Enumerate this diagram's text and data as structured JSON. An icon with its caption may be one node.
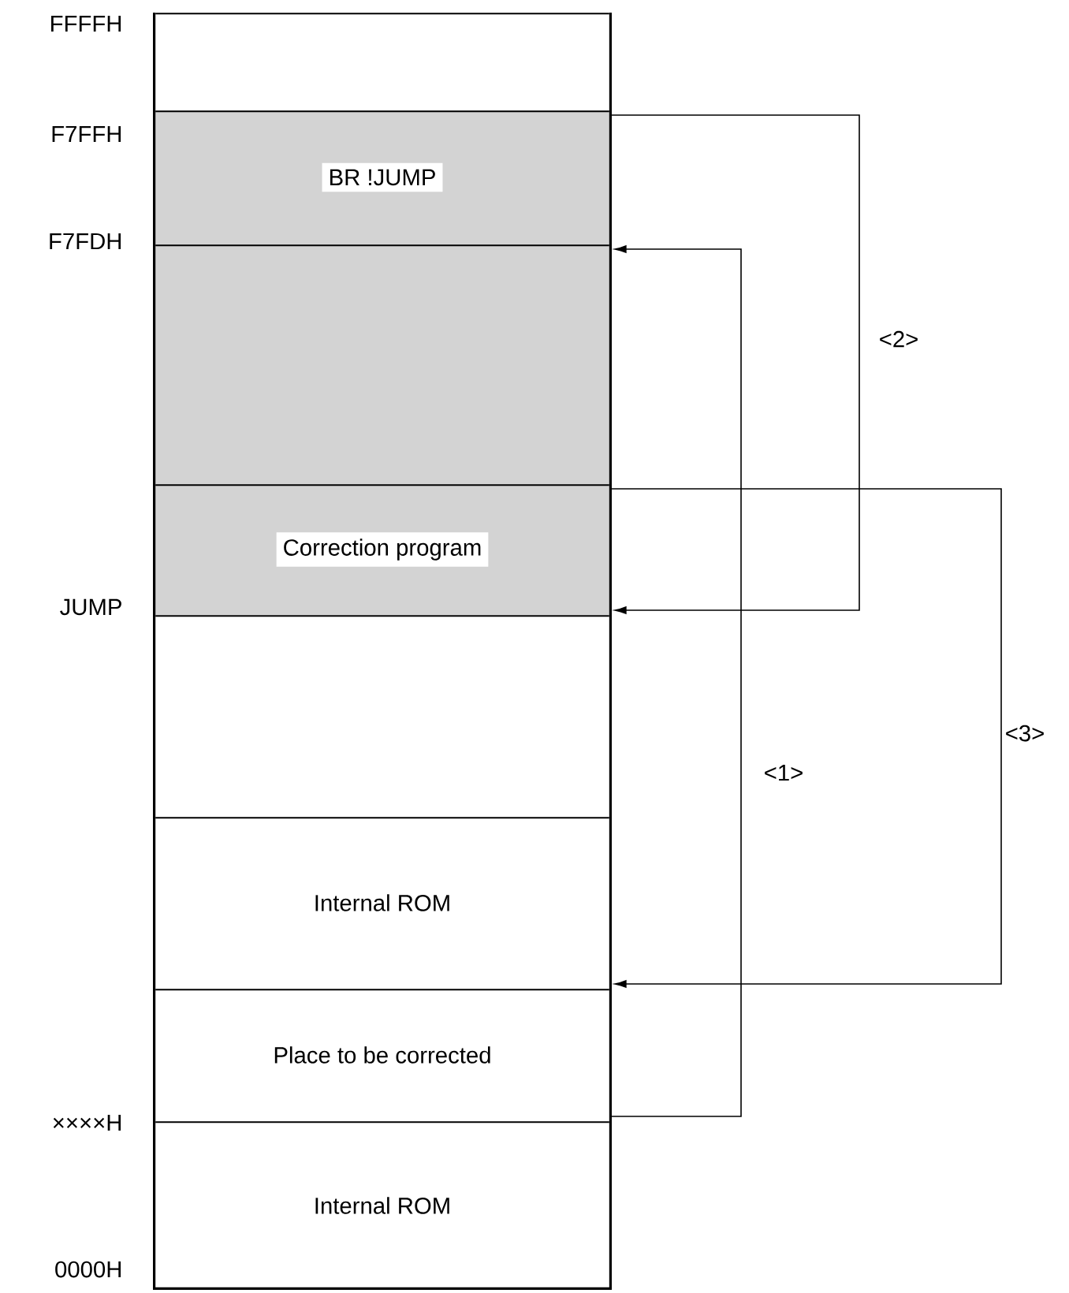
{
  "diagram": {
    "nodes": [
      {
        "text": [],
        "shape": "box"
      },
      {
        "text": [
          "BR !JUMP"
        ]
      },
      {
        "text": [],
        "shape": "box"
      },
      {
        "text": [
          "Correction program"
        ]
      },
      {
        "text": [],
        "shape": "box"
      },
      {
        "text": [
          "Internal ROM"
        ]
      },
      {
        "text": [
          "Place to be corrected"
        ]
      },
      {
        "text": [
          "Internal ROM"
        ]
      }
    ],
    "edges": [
      {
        "from": 6,
        "to": 2,
        "arrow": "to",
        "label": "<1>"
      },
      {
        "from": 1,
        "to": 3,
        "arrow": "to",
        "label": "<2>"
      },
      {
        "from": 3,
        "to": 5,
        "arrow": "to",
        "label": "<3>"
      }
    ],
    "labels": [
      "FFFFH",
      "F7FFH",
      "F7FDH",
      "JUMP",
      "××××H",
      "0000H"
    ]
  }
}
